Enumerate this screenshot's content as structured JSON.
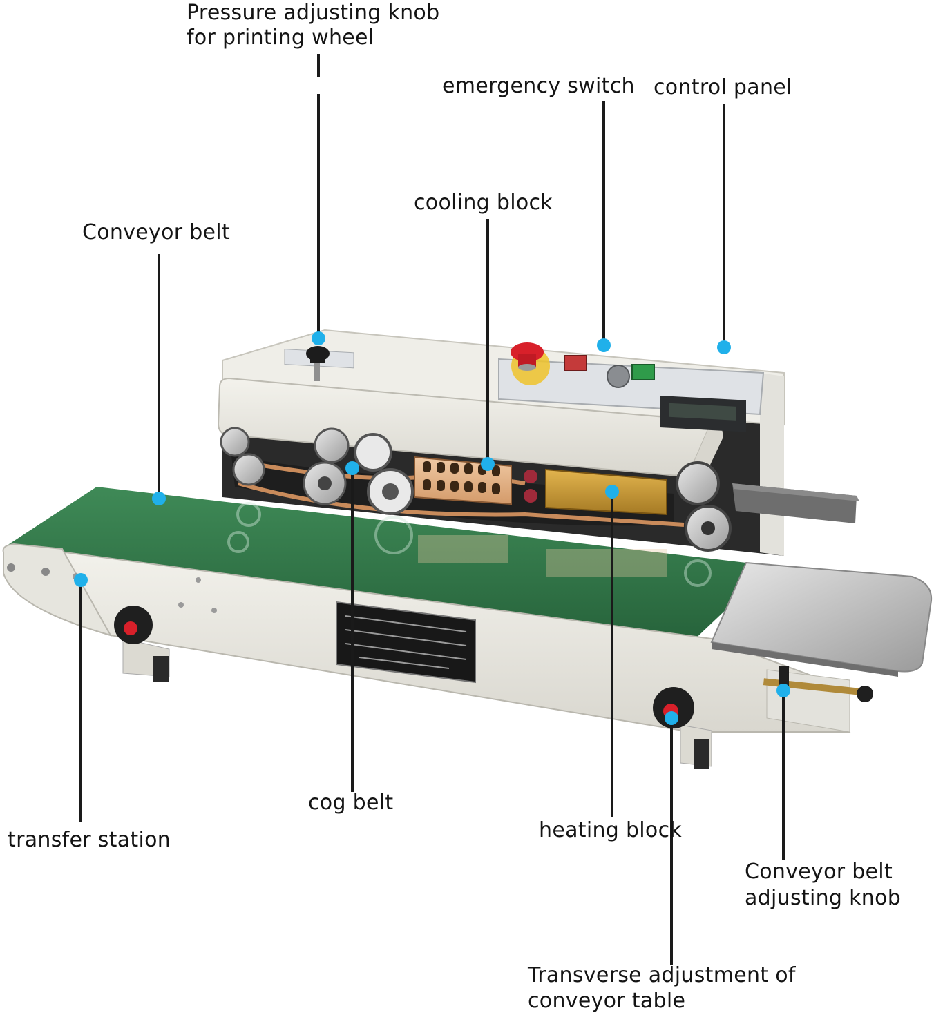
{
  "labels": {
    "pressure_knob": [
      "Pressure adjusting knob",
      "for printing wheel"
    ],
    "emergency_switch": "emergency switch",
    "control_panel": "control panel",
    "cooling_block": "cooling block",
    "conveyor_belt": "Conveyor belt",
    "cog_belt": "cog belt",
    "transfer_station": "transfer station",
    "heating_block": "heating block",
    "belt_adjust_knob": [
      "Conveyor belt",
      "adjusting knob"
    ],
    "transverse_adjust": [
      "Transverse adjustment of",
      "conveyor table"
    ]
  },
  "colors": {
    "callout_dot": "#20b0ea",
    "leader_line": "#1a1a1a",
    "belt_green": "#2f7447",
    "machine_body": "#ecebe4",
    "emergency_red": "#d8202a"
  }
}
